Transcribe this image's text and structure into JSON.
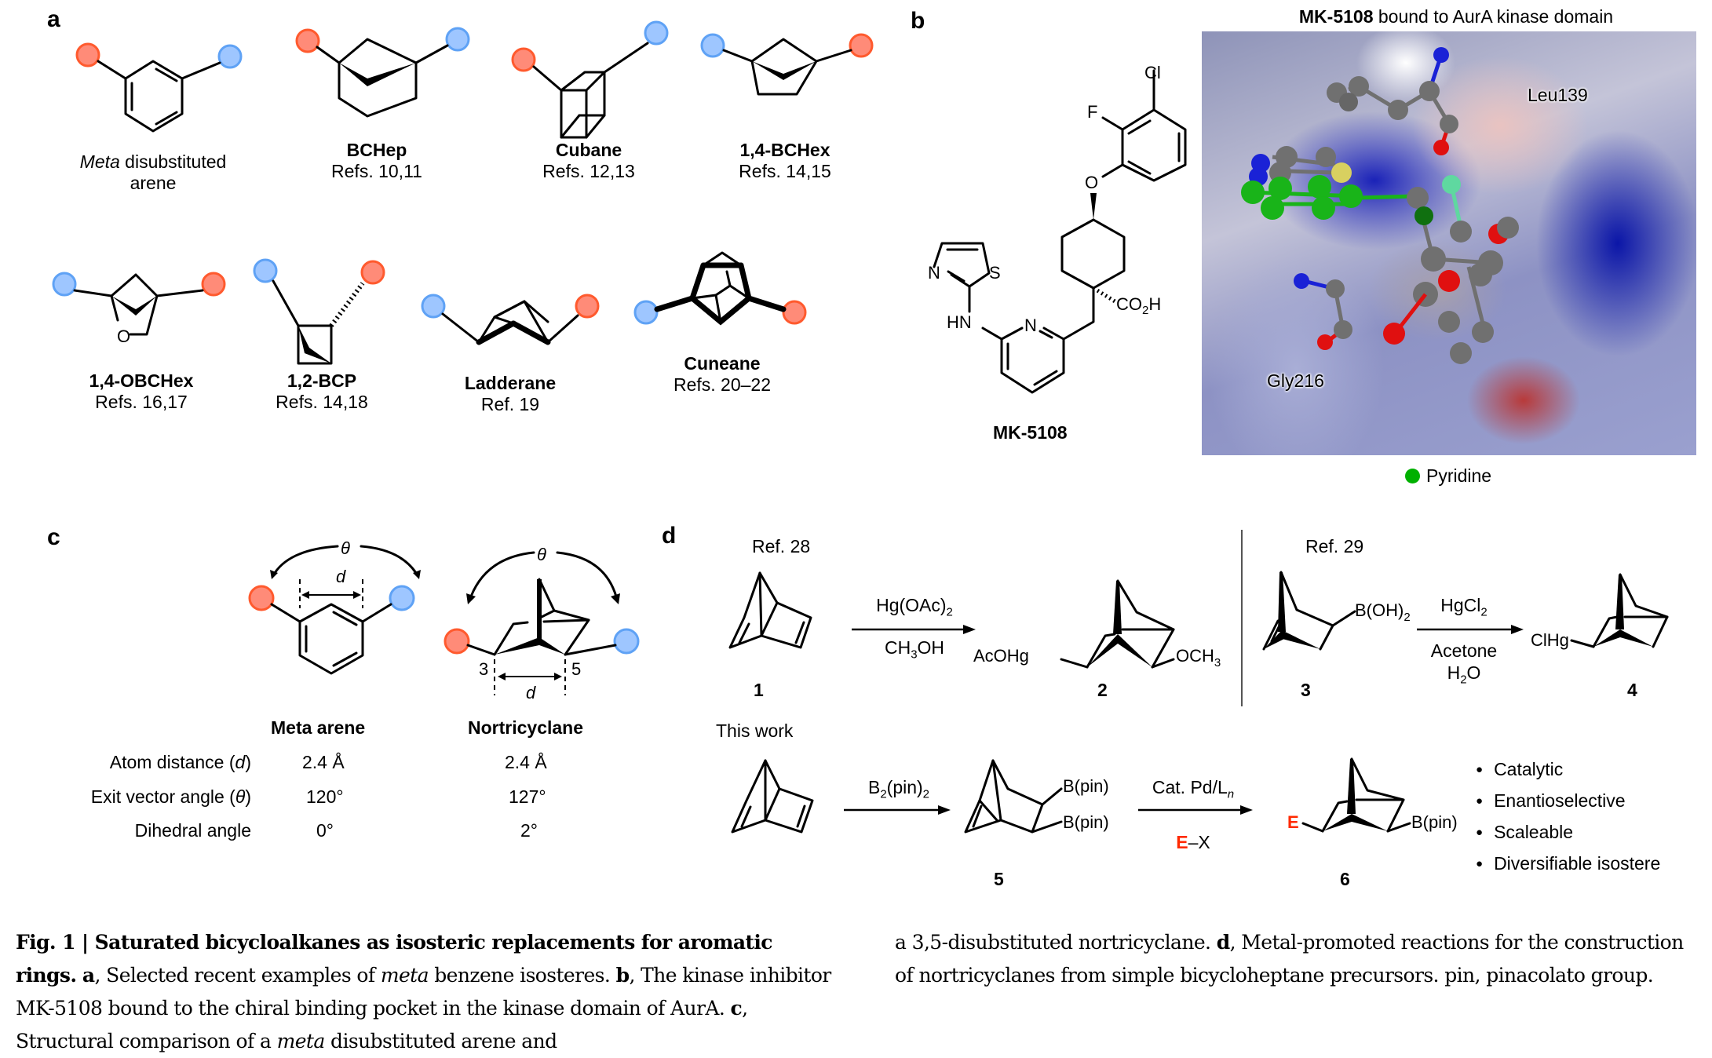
{
  "panel_a": {
    "letter": "a",
    "items": [
      {
        "name_italic": "Meta",
        "name_rest": " disubstituted",
        "line2": "arene"
      },
      {
        "name": "BCHep",
        "refs": "Refs. 10,11"
      },
      {
        "name": "Cubane",
        "refs": "Refs. 12,13"
      },
      {
        "name": "1,4-BCHex",
        "refs": "Refs. 14,15"
      },
      {
        "name": "1,4-OBCHex",
        "refs": "Refs. 16,17"
      },
      {
        "name": "1,2-BCP",
        "refs": "Refs. 14,18"
      },
      {
        "name": "Ladderane",
        "refs": "Ref. 19"
      },
      {
        "name": "Cuneane",
        "refs": "Refs. 20–22"
      }
    ],
    "atom_labels": {
      "oxygen": "O"
    }
  },
  "panel_b": {
    "letter": "b",
    "molecule_name": "MK-5108",
    "atom_labels": {
      "cl": "Cl",
      "f": "F",
      "o": "O",
      "n_thiazole": "N",
      "s": "S",
      "hn": "HN",
      "n_pyridine": "N",
      "co2h": "CO",
      "co2h_sub": "2",
      "co2h_h": "H"
    },
    "view_title_bold": "MK-5108",
    "view_title_rest": " bound to AurA kinase domain",
    "residues": {
      "leu": "Leu139",
      "gly": "Gly216"
    },
    "legend": {
      "label": "Pyridine",
      "color": "#00B000"
    },
    "colors": {
      "carbon": "#6E6E6E",
      "nitrogen": "#1A22D6",
      "oxygen": "#E01010",
      "sulfur": "#D8D060",
      "fluorine": "#5FD8A0",
      "pyridine": "#19B419"
    }
  },
  "panel_c": {
    "letter": "c",
    "theta": "θ",
    "d": "d",
    "pos3": "3",
    "pos5": "5",
    "columns": [
      "Meta arene",
      "Nortricyclane"
    ],
    "rows": [
      {
        "label": "Atom distance (",
        "label_var": "d",
        "label_end": ")",
        "values": [
          "2.4 Å",
          "2.4 Å"
        ]
      },
      {
        "label": "Exit vector angle (",
        "label_var": "θ",
        "label_end": ")",
        "values": [
          "120°",
          "127°"
        ]
      },
      {
        "label": "Dihedral angle",
        "label_var": "",
        "label_end": "",
        "values": [
          "0°",
          "2°"
        ]
      }
    ]
  },
  "panel_d": {
    "letter": "d",
    "ref28": "Ref. 28",
    "ref29": "Ref. 29",
    "this_work": "This work",
    "rxn1": {
      "reagent_top": "Hg(OAc)",
      "reagent_top_sub": "2",
      "reagent_bottom": "CH",
      "reagent_bottom_sub": "3",
      "reagent_bottom_end": "OH"
    },
    "rxn2": {
      "reagent_top": "HgCl",
      "reagent_top_sub": "2",
      "reagent_bottom1": "Acetone",
      "reagent_bottom2_a": "H",
      "reagent_bottom2_sub": "2",
      "reagent_bottom2_b": "O"
    },
    "rxn3": {
      "reagent_top": "B",
      "reagent_top_sub": "2",
      "reagent_top_end": "(pin)",
      "reagent_top_sub2": "2"
    },
    "rxn4": {
      "reagent_top": "Cat. Pd/L",
      "reagent_top_sub": "n",
      "reagent_bottom_e": "E",
      "reagent_bottom_rest": "–X"
    },
    "substituents": {
      "acohg": "AcOHg",
      "och3": "OCH",
      "och3_sub": "3",
      "boh2": "B(OH)",
      "boh2_sub": "2",
      "clhg": "ClHg",
      "bpin": "B(pin)",
      "e": "E"
    },
    "compounds": [
      "1",
      "2",
      "3",
      "4",
      "5",
      "6"
    ],
    "features": [
      "Catalytic",
      "Enantioselective",
      "Scaleable",
      "Diversifiable isostere"
    ],
    "accent_color": "#FF2A00"
  },
  "caption": {
    "fig_label": "Fig. 1 | ",
    "title": "Saturated bicycloalkanes as isosteric replacements for aromatic rings.",
    "a_label": "a",
    "a_text": ", Selected recent examples of ",
    "a_italic": "meta",
    "a_text2": " benzene isosteres. ",
    "b_label": "b",
    "b_text": ", The kinase inhibitor MK-5108 bound to the chiral binding pocket in the kinase domain of AurA. ",
    "c_label": "c",
    "c_text": ", Structural comparison of a ",
    "c_italic": "meta",
    "c_text2": " disubstituted arene and a 3,5-disubstituted nortricyclane. ",
    "d_label": "d",
    "d_text": ", Metal-promoted reactions for the construction of nortricyclanes from simple bicycloheptane precursors. pin, pinacolato group."
  }
}
